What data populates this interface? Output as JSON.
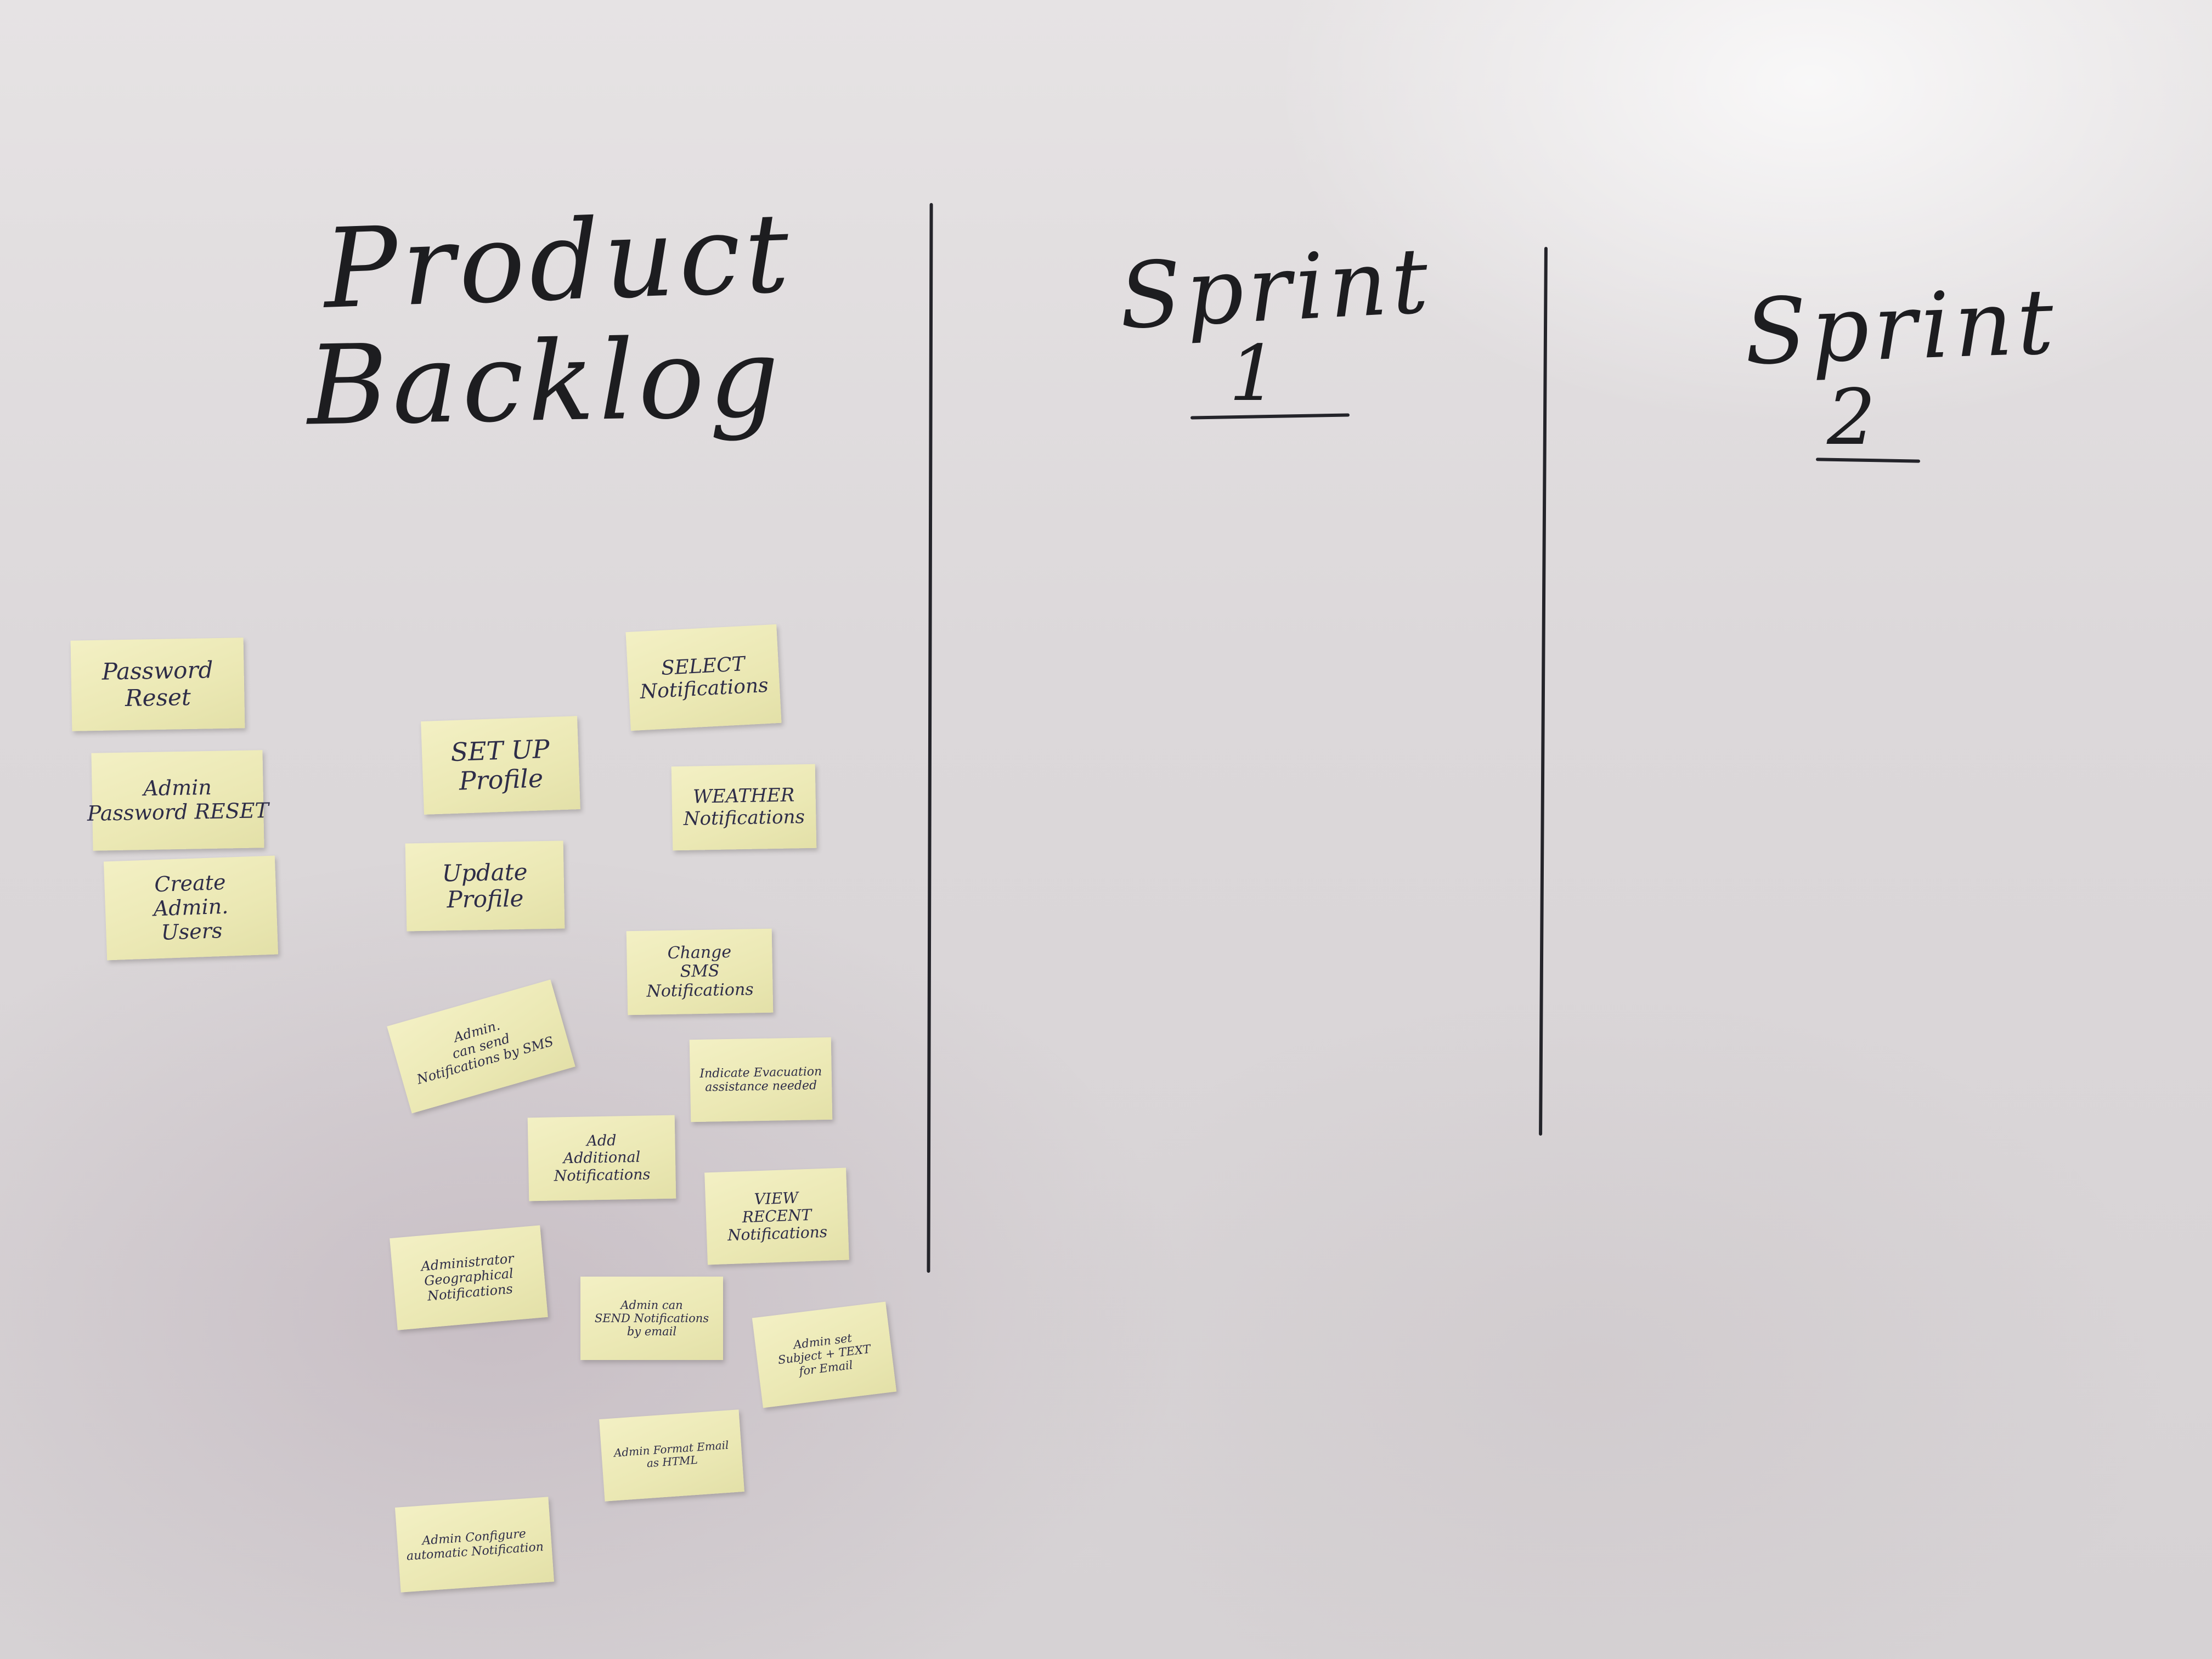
{
  "headings": {
    "product": "Product",
    "backlog": "Backlog",
    "sprint1_word": "Sprint",
    "sprint1_num": "1",
    "sprint2_word": "Sprint",
    "sprint2_num": "2"
  },
  "notes": {
    "password_reset": [
      "Password",
      "Reset"
    ],
    "admin_password_reset": [
      "Admin",
      "Password RESET"
    ],
    "create_admin_users": [
      "Create",
      "Admin.",
      "Users"
    ],
    "set_up_profile": [
      "SET UP",
      "Profile"
    ],
    "update_profile": [
      "Update",
      "Profile"
    ],
    "select_notifications": [
      "SELECT",
      "Notifications"
    ],
    "weather_notifications": [
      "WEATHER",
      "Notifications"
    ],
    "change_sms_notifications": [
      "Change",
      "SMS",
      "Notifications"
    ],
    "admin_send_sms": [
      "Admin.",
      "can send",
      "Notifications by SMS"
    ],
    "indicate_evacuation": [
      "Indicate Evacuation",
      "assistance needed"
    ],
    "add_additional_notifications": [
      "Add",
      "Additional",
      "Notifications"
    ],
    "view_recent_notifications": [
      "VIEW",
      "RECENT",
      "Notifications"
    ],
    "administrator_geographical": [
      "Administrator",
      "Geographical",
      "Notifications"
    ],
    "admin_send_email": [
      "Admin can",
      "SEND Notifications",
      "by email"
    ],
    "admin_set_subject_text": [
      "Admin set",
      "Subject + TEXT",
      "for Email"
    ],
    "admin_format_email": [
      "Admin Format Email",
      "as HTML"
    ],
    "admin_configure_automatic": [
      "Admin Configure",
      "automatic Notification"
    ]
  }
}
